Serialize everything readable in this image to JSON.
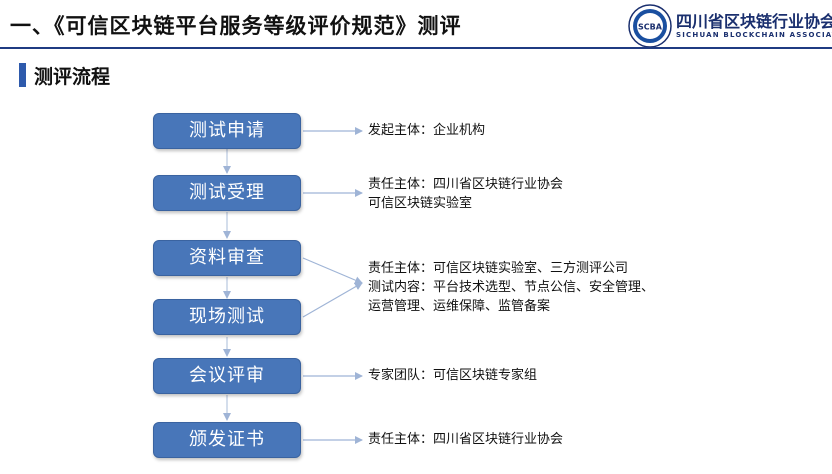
{
  "header": {
    "title": "一、《可信区块链平台服务等级评价规范》测评",
    "logo": {
      "emblem_text": "SCBA",
      "name_cn": "四川省区块链行业协会",
      "name_en": "SICHUAN BLOCKCHAIN ASSOCIATION"
    }
  },
  "section": {
    "title": "测评流程"
  },
  "steps": [
    {
      "label": "测试申请"
    },
    {
      "label": "测试受理"
    },
    {
      "label": "资料审查"
    },
    {
      "label": "现场测试"
    },
    {
      "label": "会议评审"
    },
    {
      "label": "颁发证书"
    }
  ],
  "descriptions": [
    {
      "lines": [
        "发起主体：企业机构"
      ]
    },
    {
      "lines": [
        "责任主体：四川省区块链行业协会",
        "可信区块链实验室"
      ]
    },
    {
      "lines": [
        "责任主体：可信区块链实验室、三方测评公司",
        "测试内容：平台技术选型、节点公信、安全管理、",
        "运营管理、运维保障、监管备案"
      ]
    },
    {
      "lines": [
        "专家团队：可信区块链专家组"
      ]
    },
    {
      "lines": [
        "责任主体：四川省区块链行业协会"
      ]
    }
  ],
  "colors": {
    "step_fill": "#4876b9",
    "header_line": "#1f3b82",
    "accent_bar": "#2e5aac",
    "connector": "#9fb4d6"
  }
}
